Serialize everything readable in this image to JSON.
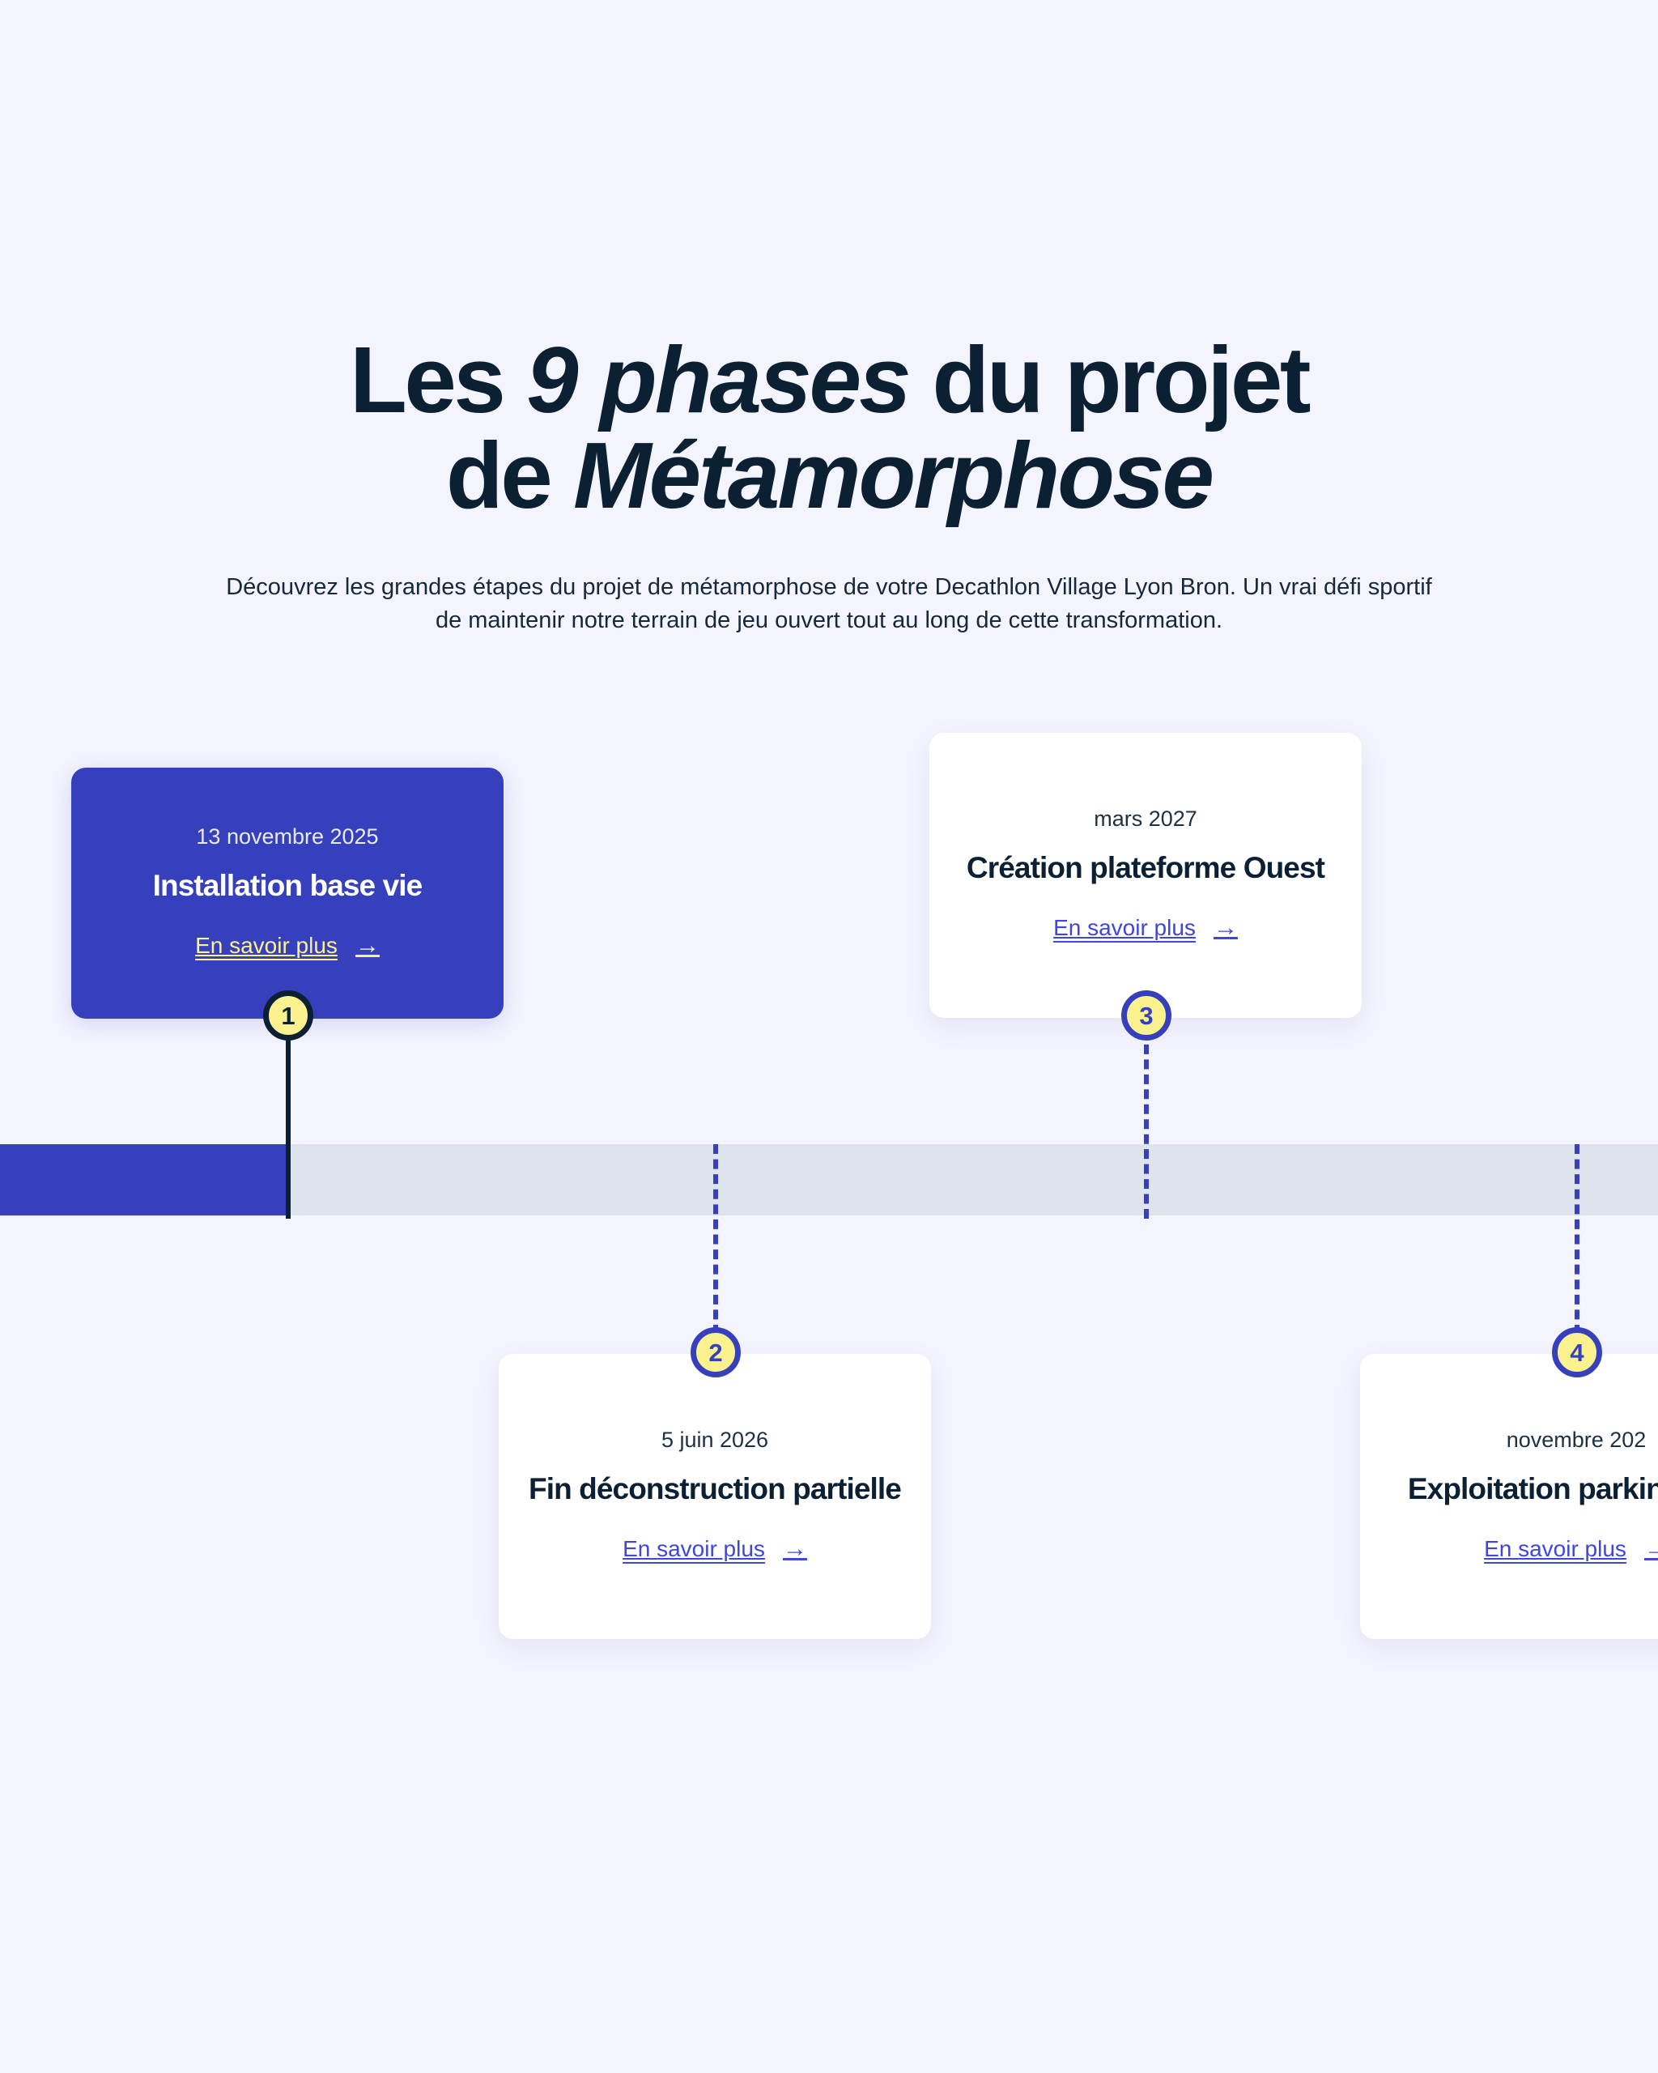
{
  "header": {
    "title_line1_plain": "Les ",
    "title_line1_italic": "9 phases",
    "title_line1_rest": " du projet",
    "title_line2_plain": "de ",
    "title_line2_italic": "Métamorphose",
    "subtitle": "Découvrez les grandes étapes du projet de métamorphose de votre Decathlon Village Lyon Bron. Un vrai défi sportif de maintenir notre terrain de jeu ouvert tout au long de cette transformation."
  },
  "timeline": {
    "bar_fill_label": "progress-fill",
    "progress_percent": 17
  },
  "colors": {
    "background": "#f4f4fe",
    "brand_blue": "#3640bd",
    "navy": "#0c2034",
    "yellow": "#fbf28f",
    "track_gray": "#dfe3eb",
    "link_blue": "#3f46e0"
  },
  "phases": [
    {
      "number": "1",
      "date": "13 novembre 2025",
      "title": "Installation base vie",
      "link_label": "En savoir plus",
      "arrow": "→",
      "style": "filled",
      "position": "above",
      "connector": "solid"
    },
    {
      "number": "2",
      "date": "5 juin 2026",
      "title": "Fin déconstruction partielle",
      "link_label": "En savoir plus",
      "arrow": "→",
      "style": "plain",
      "position": "below",
      "connector": "dashed"
    },
    {
      "number": "3",
      "date": "mars 2027",
      "title": "Création plateforme Ouest",
      "link_label": "En savoir plus",
      "arrow": "→",
      "style": "plain",
      "position": "above",
      "connector": "dashed"
    },
    {
      "number": "4",
      "date": "novembre 202",
      "title": "Exploitation parking Oue",
      "link_label": "En savoir plus",
      "arrow": "→",
      "style": "plain",
      "position": "below",
      "connector": "dashed"
    }
  ]
}
